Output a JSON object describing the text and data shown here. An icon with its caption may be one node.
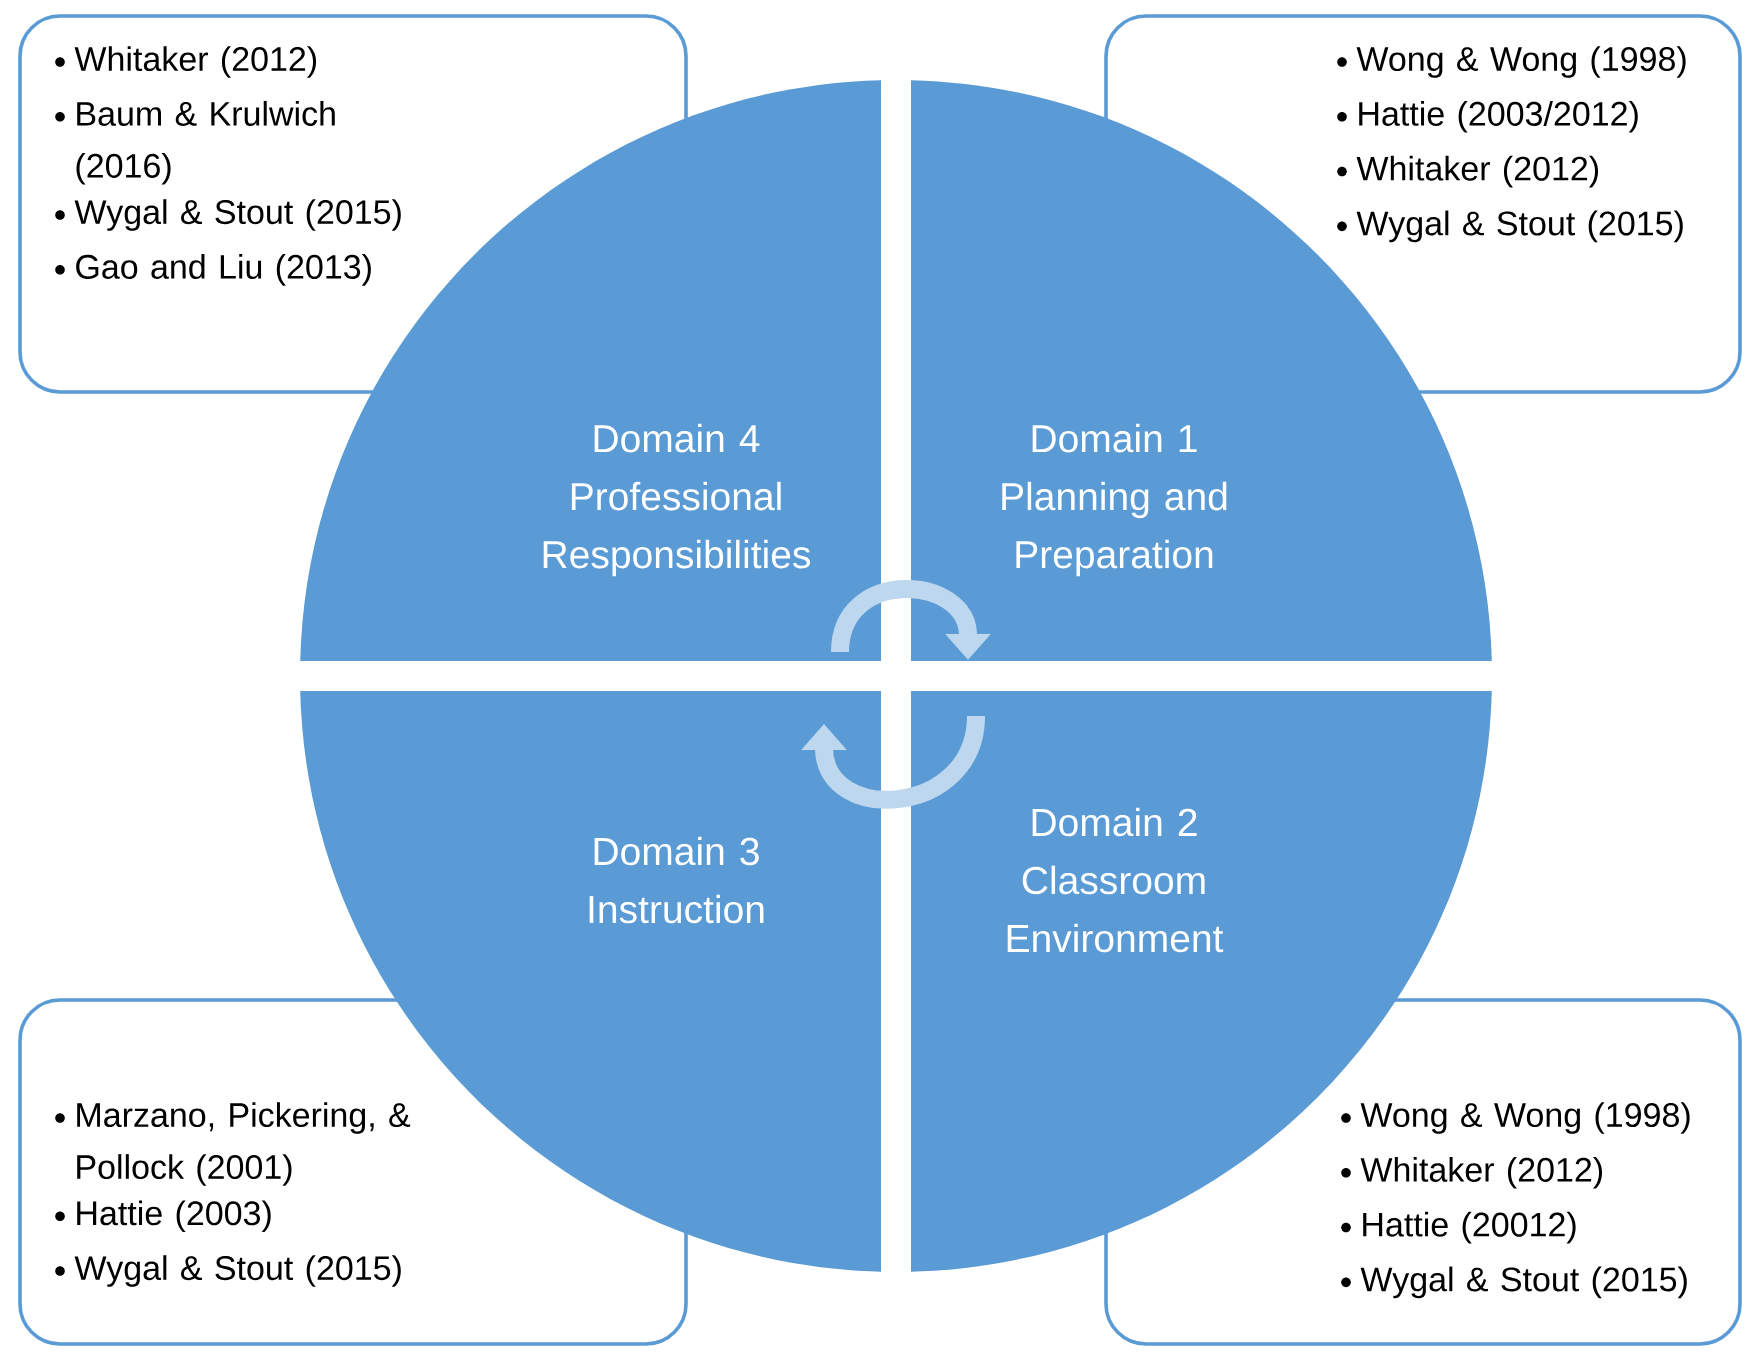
{
  "diagram": {
    "nodes": [
      {
        "text": [
          "Whitaker (2012)",
          "Baum & Krulwich (2016)",
          "Wygal & Stout (2015)",
          "Gao and Liu (2013)"
        ]
      },
      {
        "text": [
          "Wong & Wong (1998)",
          "Hattie (2003/2012)",
          "Whitaker (2012)",
          "Wygal & Stout (2015)"
        ]
      },
      {
        "text": [
          "Domain 4",
          "Professional Responsibilities"
        ]
      },
      {
        "text": [
          "Domain 1",
          "Planning and Preparation"
        ]
      },
      {
        "text": [
          "Domain 3",
          "Instruction"
        ]
      },
      {
        "text": [
          "Domain 2",
          "Classroom Environment"
        ]
      },
      {
        "text": [
          "Marzano, Pickering, & Pollock (2001)",
          "Hattie (2003)",
          "Wygal & Stout (2015)"
        ]
      },
      {
        "text": [
          "Wong & Wong (1998)",
          "Whitaker (2012)",
          "Hattie (20012)",
          "Wygal & Stout (2015)"
        ]
      }
    ],
    "edges": [
      {
        "from": 2,
        "to": 3,
        "arrow": "to"
      },
      {
        "from": 5,
        "to": 4,
        "arrow": "to"
      }
    ]
  }
}
